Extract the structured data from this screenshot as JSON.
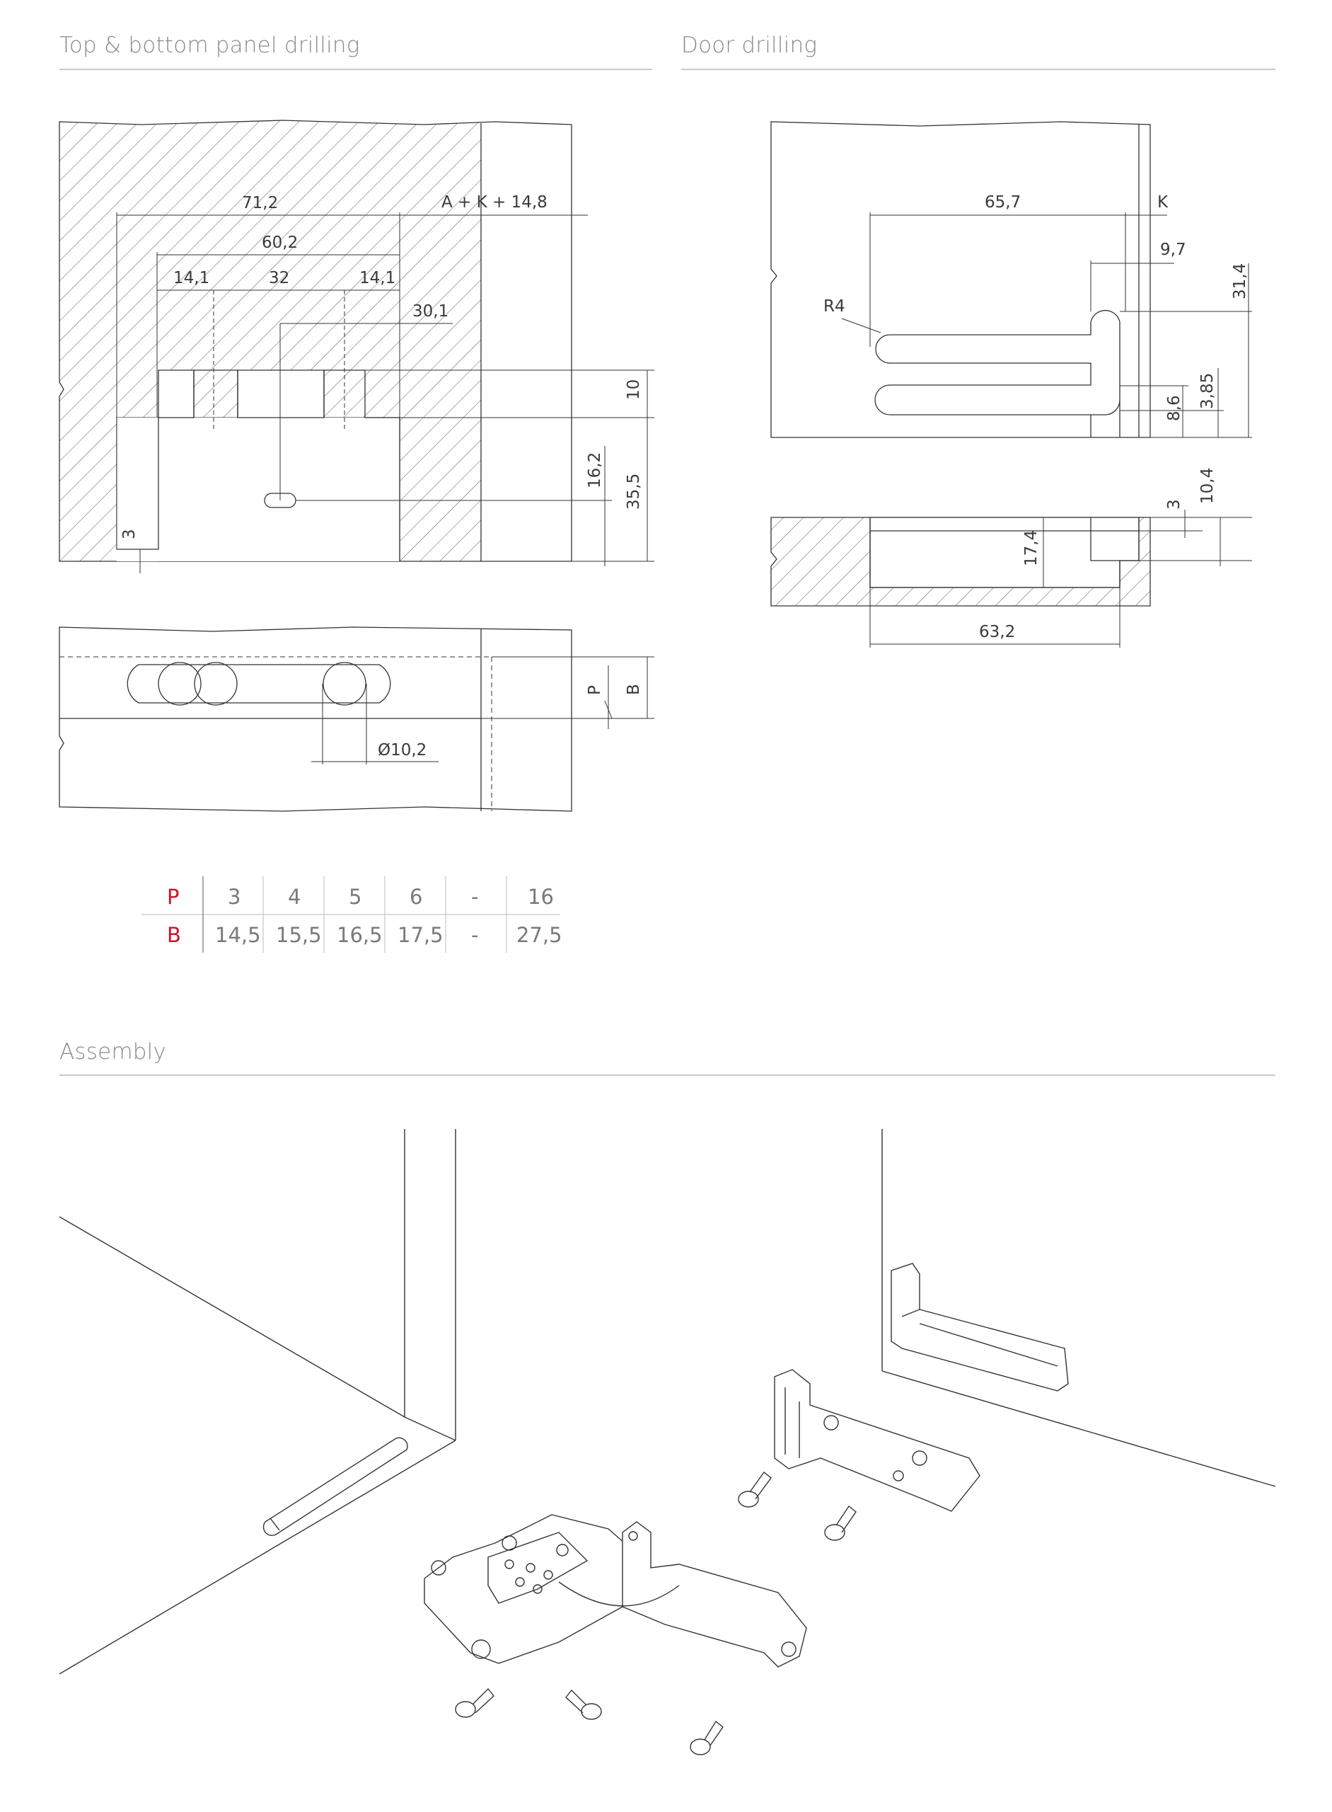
{
  "sections": {
    "panel": "Top & bottom panel drilling",
    "door": "Door drilling",
    "assembly": "Assembly"
  },
  "panel_dims": {
    "d71": "71,2",
    "dAK": "A + K + 14,8",
    "d60": "60,2",
    "d14a": "14,1",
    "d32": "32",
    "d14b": "14,1",
    "d30": "30,1",
    "d10": "10",
    "d16": "16,2",
    "d35": "35,5",
    "d3": "3",
    "dP": "P",
    "dB": "B",
    "dDia": "Ø10,2"
  },
  "door_dims": {
    "d65": "65,7",
    "dK": "K",
    "d97": "9,7",
    "d314": "31,4",
    "dR4": "R4",
    "d86": "8,6",
    "d385": "3,85",
    "d3": "3",
    "d104": "10,4",
    "d174": "17,4",
    "d632": "63,2"
  },
  "table": {
    "row_labels": [
      "P",
      "B"
    ],
    "p_values": [
      "3",
      "4",
      "5",
      "6",
      "-",
      "16"
    ],
    "b_values": [
      "14,5",
      "15,5",
      "16,5",
      "17,5",
      "-",
      "27,5"
    ]
  },
  "colors": {
    "accent_red": "#d0102b",
    "line": "#333333",
    "rule": "#c9c9c9"
  }
}
